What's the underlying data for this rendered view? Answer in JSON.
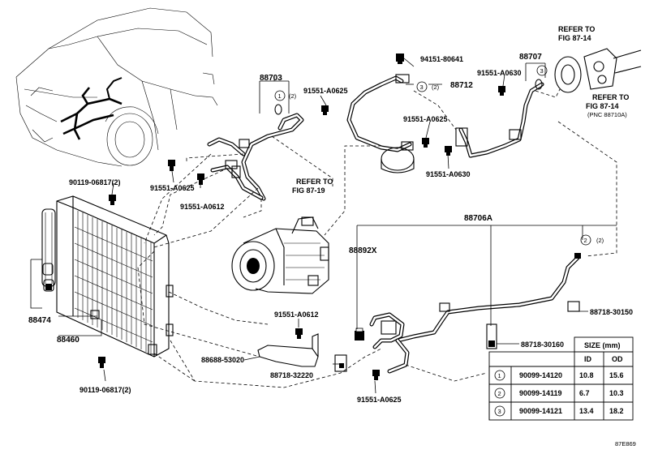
{
  "labels": {
    "p88703": "88703",
    "p88712": "88712",
    "p88707": "88707",
    "p88706A": "88706A",
    "p88892X": "88892X",
    "p88474": "88474",
    "p88460": "88460",
    "p94151_80641": "94151-80641",
    "p91551_A0625_top": "91551-A0625",
    "p91551_A0625_mid": "91551-A0625",
    "p91551_A0625_left": "91551-A0625",
    "p91551_A0625_bot": "91551-A0625",
    "p91551_A0630_top": "91551-A0630",
    "p91551_A0630_mid": "91551-A0630",
    "p91551_A0612_left": "91551-A0612",
    "p91551_A0612_bot": "91551-A0612",
    "p90119_06817_top": "90119-06817(2)",
    "p90119_06817_bot": "90119-06817(2)",
    "p88718_30150": "88718-30150",
    "p88718_30160": "88718-30160",
    "p88718_32220": "88718-32220",
    "p88688_53020": "88688-53020",
    "qty1": "(2)",
    "qty3": "(2)",
    "qty2": "(2)",
    "ref_fig_1419_a": "REFER TO",
    "ref_fig_1419_b": "FIG 87-19",
    "ref_fig_1414_top_a": "REFER TO",
    "ref_fig_1414_top_b": "FIG 87-14",
    "ref_fig_1414_mid_a": "REFER TO",
    "ref_fig_1414_mid_b": "FIG 87-14",
    "ref_pnc": "(PNC 88710A)",
    "circ1": "1",
    "circ2": "2",
    "circ3": "3",
    "fig_code": "87E869"
  },
  "table": {
    "size_header": "SIZE (mm)",
    "col_id": "ID",
    "col_od": "OD",
    "rows": [
      {
        "num": "1",
        "part": "90099-14120",
        "id": "10.8",
        "od": "15.6"
      },
      {
        "num": "2",
        "part": "90099-14119",
        "id": "6.7",
        "od": "10.3"
      },
      {
        "num": "3",
        "part": "90099-14121",
        "id": "13.4",
        "od": "18.2"
      }
    ]
  }
}
